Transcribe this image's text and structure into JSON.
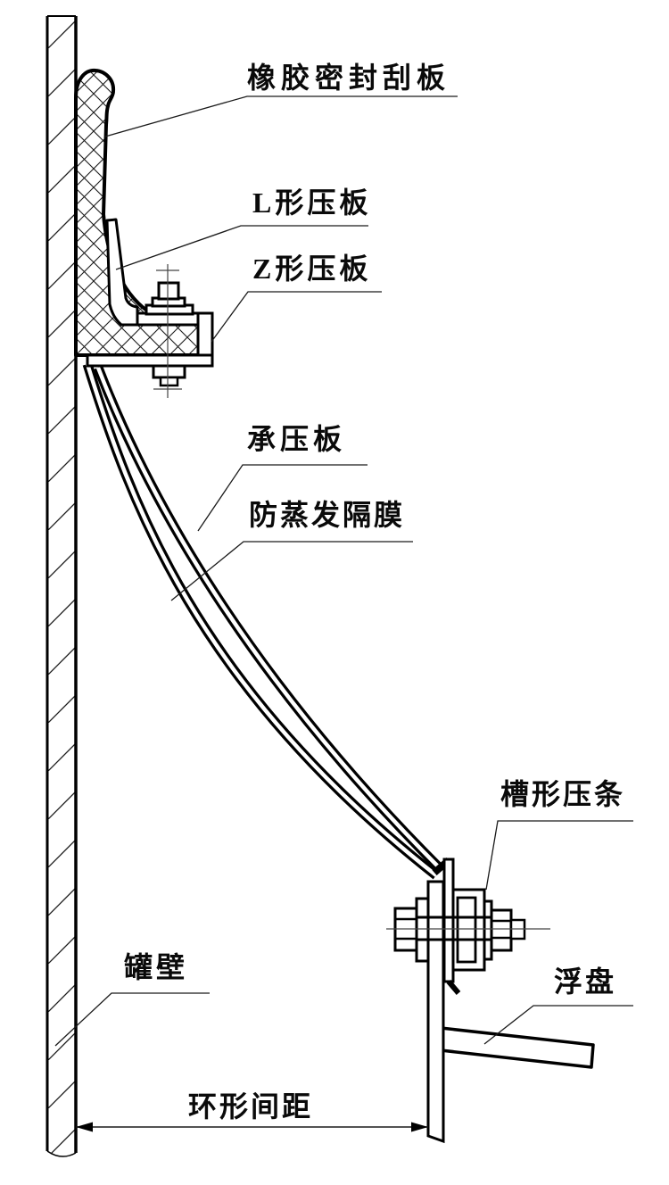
{
  "diagram": {
    "type": "engineering-section-drawing",
    "labels": {
      "rubber_seal": "橡胶密封刮板",
      "l_plate": "L形压板",
      "z_plate": "Z形压板",
      "bearing_plate": "承压板",
      "membrane": "防蒸发隔膜",
      "channel_strip": "槽形压条",
      "tank_wall": "罐壁",
      "floating_deck": "浮盘",
      "annular_gap_dimension": "环形间距"
    },
    "colors": {
      "line": "#000000",
      "background": "#ffffff"
    }
  }
}
